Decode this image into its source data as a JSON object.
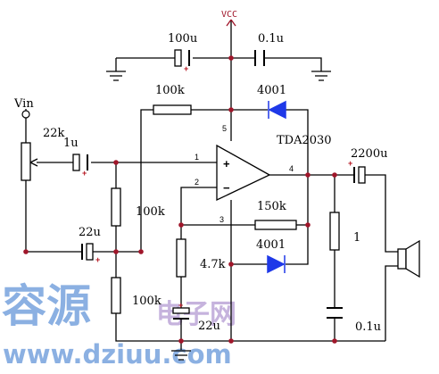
{
  "labels": {
    "vcc": "VCC",
    "vin": "Vin",
    "c_100u": "100u",
    "c_01u_top": "0.1u",
    "r_100k_top": "100k",
    "d_4001_top": "4001",
    "ic": "TDA2030",
    "r_22k": "22k",
    "c_1u": "1u",
    "c_2200u": "2200u",
    "r_100k_mid": "100k",
    "r_150k": "150k",
    "c_22u_left": "22u",
    "r_1": "1",
    "d_4001_bottom": "4001",
    "r_47k": "4.7k",
    "r_100k_bottom": "100k",
    "c_22u_bottom": "22u",
    "c_01u_bottom": "0.1u"
  },
  "pins": {
    "p1": "1",
    "p2": "2",
    "p3": "3",
    "p4": "4",
    "p5": "5"
  },
  "opamp": {
    "plus": "+",
    "minus": "−"
  },
  "watermark": {
    "main": "容源",
    "secondary": "电子网",
    "url": "www.dziuu.com"
  },
  "colors": {
    "wire": "#000000",
    "diode": "#1f39e8",
    "node": "#a0162a",
    "watermark": "#5b8fd6"
  }
}
